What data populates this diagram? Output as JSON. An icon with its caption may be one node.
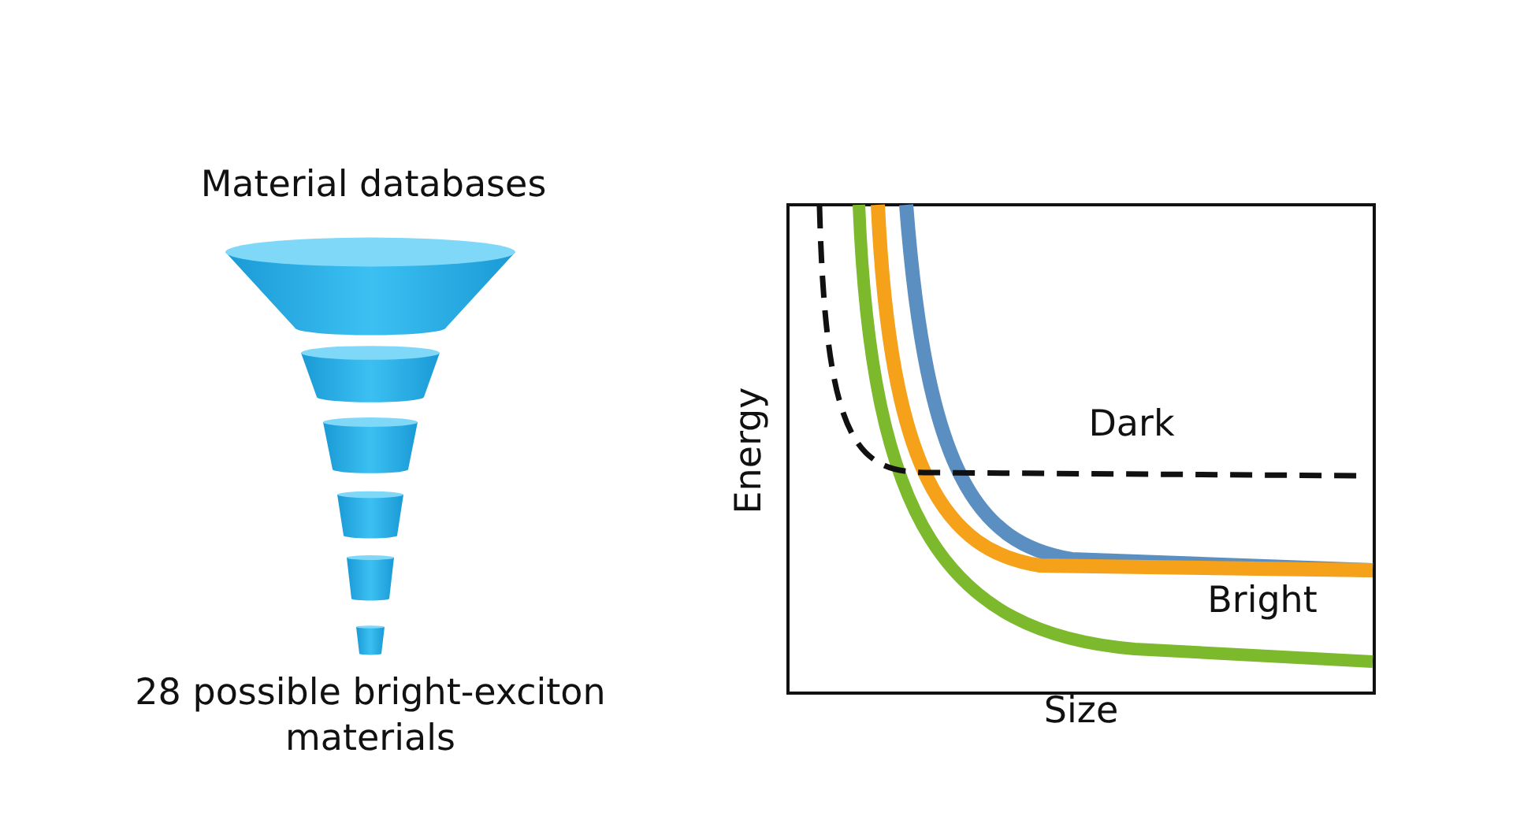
{
  "diagram": {
    "labels": [
      "Material databases",
      "Energy",
      "Dark",
      "Bright",
      "28 possible bright-exciton materials",
      "Size"
    ]
  }
}
